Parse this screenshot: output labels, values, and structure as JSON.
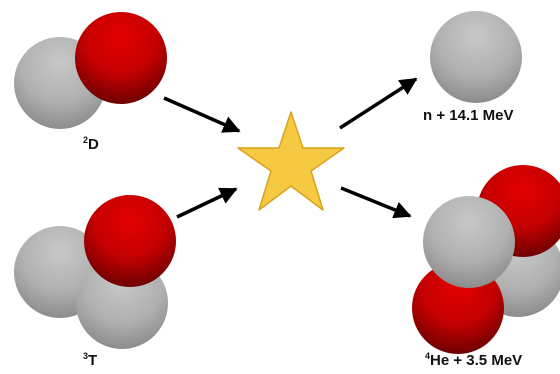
{
  "colors": {
    "proton": "#c40000",
    "neutron": "#b4b4b4",
    "star": "#f6c942",
    "arrow": "#000000"
  },
  "reactants": {
    "deuterium": {
      "mass_number": "2",
      "symbol": "D"
    },
    "tritium": {
      "mass_number": "3",
      "symbol": "T"
    }
  },
  "products": {
    "neutron": {
      "label": "n + 14.1 MeV"
    },
    "helium": {
      "mass_number": "4",
      "symbol": "He",
      "energy": " + 3.5 MeV"
    }
  }
}
